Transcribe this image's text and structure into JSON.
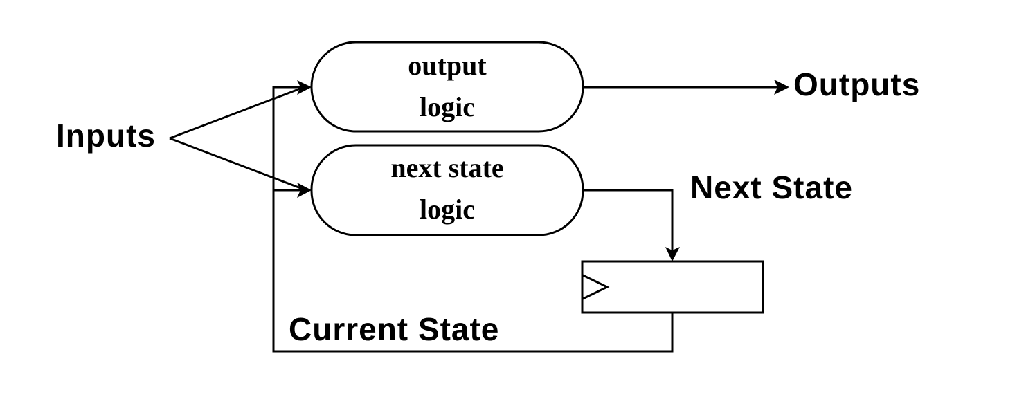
{
  "blocks": {
    "output_logic": {
      "line1": "output",
      "line2": "logic"
    },
    "next_state_logic": {
      "line1": "next state",
      "line2": "logic"
    }
  },
  "labels": {
    "inputs": "Inputs",
    "outputs": "Outputs",
    "next_state": "Next State",
    "current_state": "Current State"
  }
}
